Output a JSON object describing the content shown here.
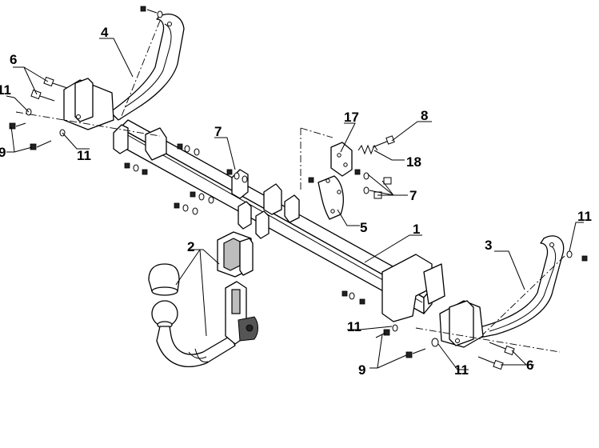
{
  "callouts": {
    "c1": "1",
    "c2": "2",
    "c3": "3",
    "c4": "4",
    "c5": "5",
    "c6_left": "6",
    "c6_right": "6",
    "c7_center": "7",
    "c7_right": "7",
    "c8": "8",
    "c9_left": "9",
    "c9_right": "9",
    "c11_left_top": "11",
    "c11_left_bottom": "11",
    "c11_right_top": "11",
    "c11_right_mid": "11",
    "c11_right_bottom": "11",
    "c17": "17",
    "c18": "18"
  }
}
